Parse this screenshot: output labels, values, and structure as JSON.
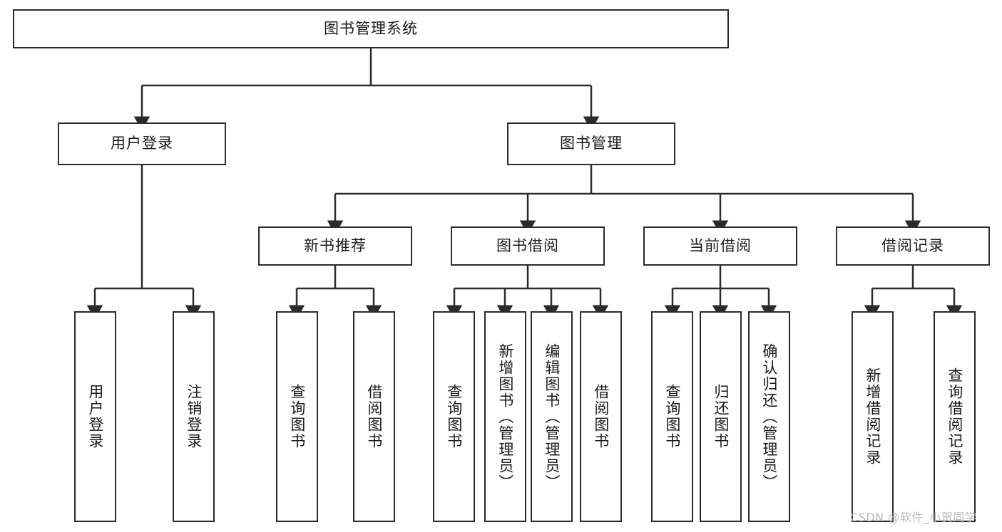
{
  "diagram": {
    "title": "图书管理系统",
    "type": "tree-hierarchy-diagram",
    "root": {
      "id": "root",
      "label": "图书管理系统"
    },
    "level2": [
      {
        "id": "user-login",
        "label": "用户登录"
      },
      {
        "id": "book-manage",
        "label": "图书管理"
      }
    ],
    "level3": [
      {
        "id": "new-book-recommend",
        "label": "新书推荐"
      },
      {
        "id": "book-borrow",
        "label": "图书借阅"
      },
      {
        "id": "current-borrow",
        "label": "当前借阅"
      },
      {
        "id": "borrow-record",
        "label": "借阅记录"
      }
    ],
    "leaves": [
      {
        "id": "leaf-user-login",
        "label": "用户登录",
        "parent": "user-login"
      },
      {
        "id": "leaf-logout",
        "label": "注销登录",
        "parent": "user-login"
      },
      {
        "id": "leaf-query-book-1",
        "label": "查询图书",
        "parent": "new-book-recommend"
      },
      {
        "id": "leaf-borrow-book-1",
        "label": "借阅图书",
        "parent": "new-book-recommend"
      },
      {
        "id": "leaf-query-book-2",
        "label": "查询图书",
        "parent": "book-borrow"
      },
      {
        "id": "leaf-add-book",
        "label": "新增图书（管理员）",
        "parent": "book-borrow"
      },
      {
        "id": "leaf-edit-book",
        "label": "编辑图书（管理员）",
        "parent": "book-borrow"
      },
      {
        "id": "leaf-borrow-book-2",
        "label": "借阅图书",
        "parent": "book-borrow"
      },
      {
        "id": "leaf-query-book-3",
        "label": "查询图书",
        "parent": "current-borrow"
      },
      {
        "id": "leaf-return-book",
        "label": "归还图书",
        "parent": "current-borrow"
      },
      {
        "id": "leaf-confirm-return",
        "label": "确认归还（管理员）",
        "parent": "current-borrow"
      },
      {
        "id": "leaf-add-record",
        "label": "新增借阅记录",
        "parent": "borrow-record"
      },
      {
        "id": "leaf-query-record",
        "label": "查询借阅记录",
        "parent": "borrow-record"
      }
    ]
  },
  "watermark": {
    "text": "CSDN @软件_小贺同学"
  },
  "colors": {
    "stroke": "#2b2b2b",
    "background": "#ffffff",
    "text": "#1a1a1a",
    "watermark": "#b9b9b9"
  }
}
